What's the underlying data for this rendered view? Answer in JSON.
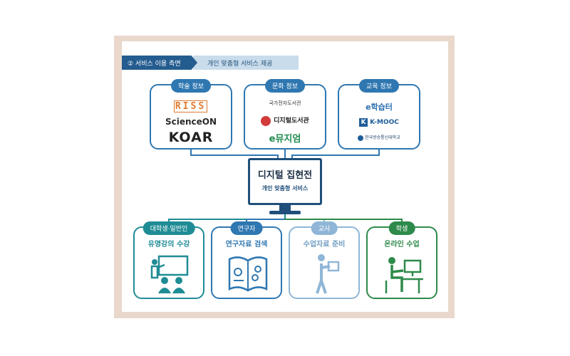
{
  "header": {
    "tag": "② 서비스 이용 측면",
    "subtitle": "개인 맞춤형 서비스 제공"
  },
  "sources": [
    {
      "label": "학술 정보",
      "logos": [
        "RISS",
        "ScienceON",
        "KOAR"
      ]
    },
    {
      "label": "문화 정보",
      "logos": [
        "국가전자도서관",
        "디지털도서관",
        "e뮤지엄"
      ]
    },
    {
      "label": "교육 정보",
      "logos": [
        "e학습터",
        "K-MOOC",
        "한국방송통신대학교"
      ]
    }
  ],
  "center": {
    "title": "디지털 집현전",
    "subtitle": "개인 맞춤형 서비스"
  },
  "users": [
    {
      "role": "대학생·일반인",
      "action": "유명강의 수강",
      "color": "#1f8c95",
      "icon": "lecture-icon"
    },
    {
      "role": "연구자",
      "action": "연구자료 검색",
      "color": "#2f77b1",
      "icon": "book-icon"
    },
    {
      "role": "교사",
      "action": "수업자료 준비",
      "color": "#8fb6d6",
      "icon": "teacher-icon"
    },
    {
      "role": "학생",
      "action": "온라인 수업",
      "color": "#2e8a4a",
      "icon": "student-computer-icon"
    }
  ]
}
